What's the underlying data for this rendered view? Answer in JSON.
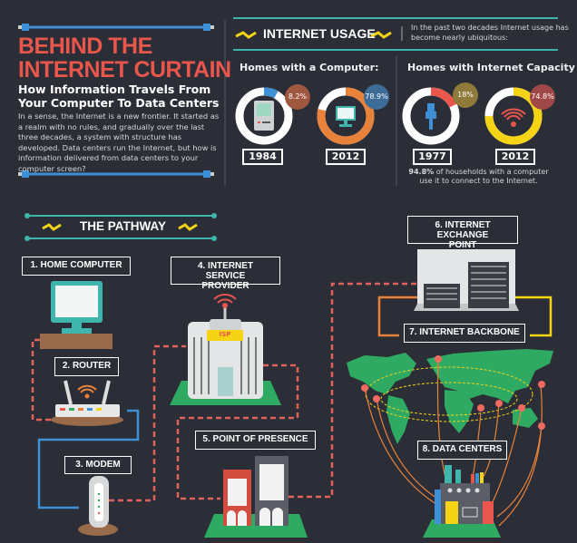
{
  "header": {
    "title_line1": "BEHIND THE",
    "title_line2": "INTERNET CURTAIN",
    "subtitle": "How Information Travels From Your Computer To Data Centers",
    "intro": "In a sense, the Internet is a new frontier. It started as a realm with no rules, and gradually over the last three decades, a system with structure has developed. Data centers run the Internet, but how is information delivered from data centers to your computer screen?"
  },
  "usage": {
    "heading": "INTERNET USAGE",
    "note": "In the past two decades Internet usage has become nearly ubiquitous:",
    "computer_title": "Homes with a Computer:",
    "internet_title": "Homes with Internet Capacity",
    "stats": [
      {
        "year": "1984",
        "label": "8.2%",
        "value": 8.2,
        "color": "#3d8fd6",
        "badge_color": "#a0573f",
        "icon": "old-computer-icon"
      },
      {
        "year": "2012",
        "label": "78.9%",
        "value": 78.9,
        "color": "#e8823a",
        "badge_color": "#3d6c99",
        "icon": "monitor-icon"
      },
      {
        "year": "1977",
        "label": "18%",
        "value": 18,
        "color": "#e8564c",
        "badge_color": "#8f7a3a",
        "icon": "ethernet-cable-icon"
      },
      {
        "year": "2012",
        "label": "74.8%",
        "value": 74.8,
        "color": "#f5d416",
        "badge_color": "#a04848",
        "icon": "wifi-icon"
      }
    ],
    "footnote_bold": "94.8%",
    "footnote": " of households with a computer use it to connect to the Internet."
  },
  "pathway": {
    "heading": "THE PATHWAY",
    "steps": [
      "1. HOME COMPUTER",
      "2. ROUTER",
      "3. MODEM",
      "4. INTERNET SERVICE PROVIDER",
      "5. POINT OF PRESENCE",
      "6. INTERNET EXCHANGE POINT",
      "7. INTERNET BACKBONE",
      "8. DATA CENTERS"
    ],
    "isp_sign": "ISP"
  },
  "colors": {
    "background": "#2b2e37",
    "title": "#e8564c",
    "teal": "#3fb6ad",
    "accent_yellow": "#f5d416",
    "dashed_path": "#e0625a",
    "cable_blue": "#3d8fd6",
    "map_green": "#2eaa62"
  }
}
